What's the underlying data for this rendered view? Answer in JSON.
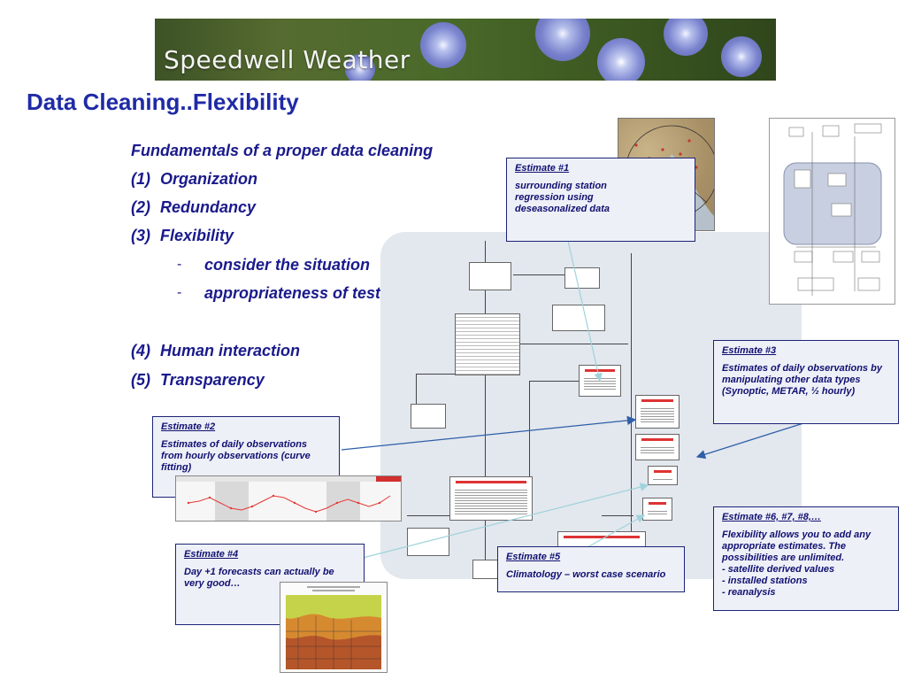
{
  "banner": {
    "text": "Speedwell Weather"
  },
  "title": "Data Cleaning..Flexibility",
  "bullets": {
    "heading": "Fundamentals of a proper data cleaning",
    "items": [
      {
        "num": "(1)",
        "text": "Organization"
      },
      {
        "num": "(2)",
        "text": "Redundancy"
      },
      {
        "num": "(3)",
        "text": "Flexibility"
      }
    ],
    "subitems": [
      {
        "dash": "-",
        "text": "consider the situation"
      },
      {
        "dash": "-",
        "text": "appropriateness of tests"
      }
    ],
    "items2": [
      {
        "num": "(4)",
        "text": "Human interaction"
      },
      {
        "num": "(5)",
        "text": "Transparency"
      }
    ]
  },
  "callouts": {
    "est1": {
      "title": "Estimate #1",
      "body": "surrounding station regression using deseasonalized data"
    },
    "est2": {
      "title": "Estimate #2",
      "body": "Estimates of daily observations from hourly observations (curve fitting)"
    },
    "est3": {
      "title": "Estimate #3",
      "body": "Estimates of daily observations by manipulating other data types (Synoptic, METAR, ½ hourly)"
    },
    "est4": {
      "title": "Estimate #4",
      "body": "Day +1 forecasts can actually be very good…"
    },
    "est5": {
      "title": "Estimate #5",
      "body": "Climatology – worst case scenario"
    },
    "est6": {
      "title": "Estimate #6, #7, #8,…",
      "body": "Flexibility allows you to add any appropriate estimates.  The possibilities are unlimited.",
      "list": [
        "- satellite derived values",
        "- installed stations",
        "- reanalysis"
      ]
    }
  },
  "colors": {
    "title": "#1f2aa6",
    "text": "#1a1a8c",
    "callout_border": "#1c2476",
    "callout_bg": "#eef0f8"
  }
}
